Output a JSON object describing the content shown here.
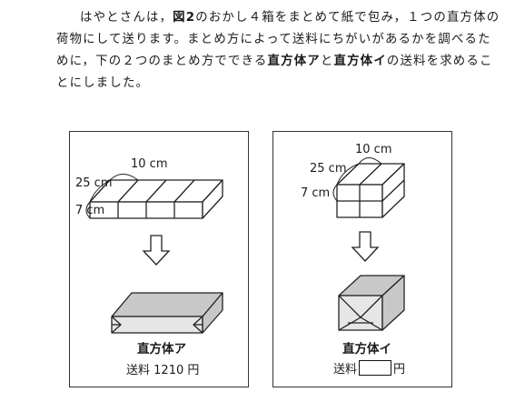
{
  "intro": {
    "seg1": "はやとさんは，",
    "seg2_bold": "図2",
    "seg3": "のおかし４箱をまとめて紙で包み，１つの直方体の荷物にして送ります。まとめ方によって送料にちがいがあるかを調べるために，下の２つのまとめ方でできる",
    "seg4_bold": "直方体ア",
    "seg5": "と",
    "seg6_bold": "直方体イ",
    "seg7": "の送料を求めることにしました。"
  },
  "panel_a": {
    "dim_top": "10 cm",
    "dim_side": "25 cm",
    "dim_height": "7 cm",
    "name": "直方体ア",
    "price_label": "送料",
    "price_value": "1210",
    "price_unit": "円"
  },
  "panel_b": {
    "dim_top": "10 cm",
    "dim_side": "25 cm",
    "dim_height": "7 cm",
    "name": "直方体イ",
    "price_label": "送料",
    "price_unit": "円"
  }
}
